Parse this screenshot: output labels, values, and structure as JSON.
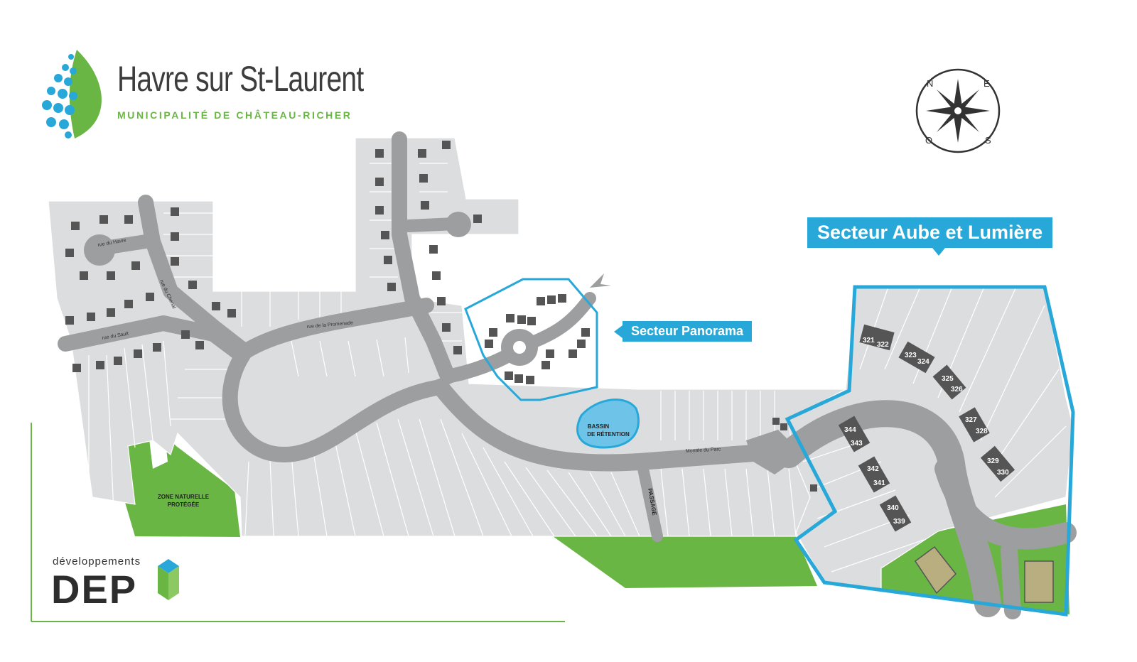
{
  "header": {
    "title": "Havre sur St-Laurent",
    "subtitle": "MUNICIPALITÉ DE CHÂTEAU-RICHER"
  },
  "developer": {
    "label": "développements",
    "brand": "DEP"
  },
  "compass": {
    "n": "N",
    "e": "E",
    "s": "S",
    "o": "O"
  },
  "sectors": {
    "aube": "Secteur Aube et Lumière",
    "panorama": "Secteur Panorama"
  },
  "streets": {
    "havre": "rue du Havre",
    "chenal": "rue du Chenal",
    "sault": "rue du Sault",
    "promenade": "rue de la Promenade",
    "parc": "Montée du Parc",
    "passage": "PASSAGE"
  },
  "areas": {
    "bassin_1": "BASSIN",
    "bassin_2": "DE RÉTENTION",
    "zone_1": "ZONE NATURELLE",
    "zone_2": "PROTÉGÉE"
  },
  "aube_lots": [
    "321",
    "322",
    "323",
    "324",
    "325",
    "326",
    "327",
    "328",
    "329",
    "330",
    "344",
    "343",
    "342",
    "341",
    "340",
    "339"
  ],
  "colors": {
    "road": "#9d9e9f",
    "lot": "#dcdddf",
    "lot_line": "#ffffff",
    "green": "#6ab645",
    "blue": "#28a8d8",
    "basin": "#6ec4e8",
    "house": "#555555"
  }
}
